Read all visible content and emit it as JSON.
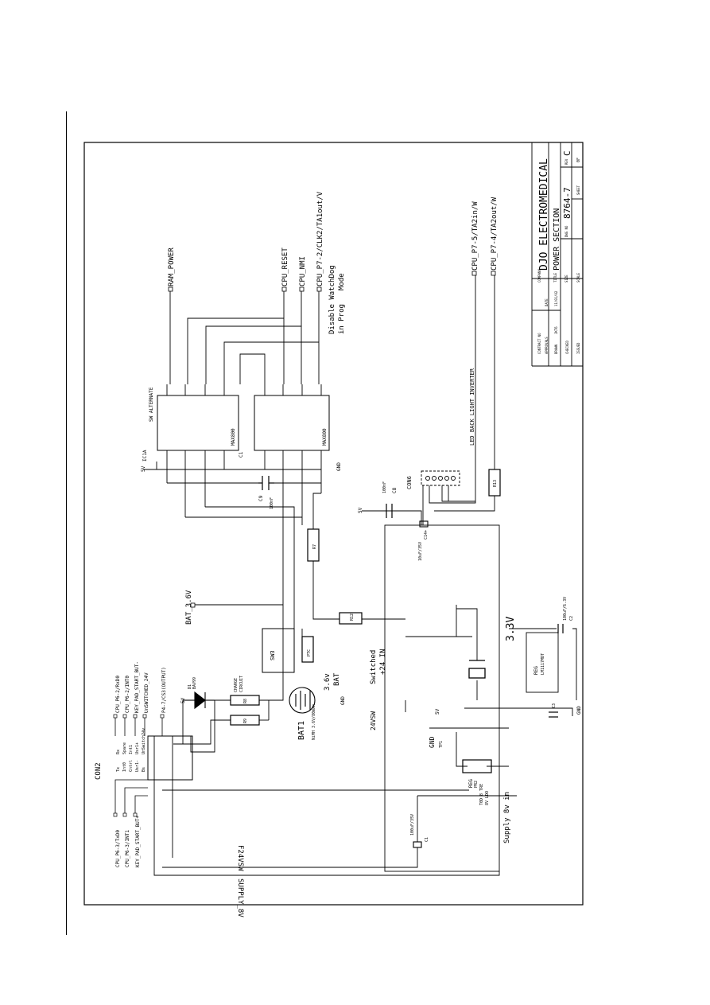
{
  "title_block": {
    "company_label": "COMPANY",
    "company": "DJO ELECTROMEDICAL",
    "title_label": "TITLE",
    "title": "POWER SECTION",
    "size_label": "SIZE",
    "dwg_no_label": "DWG NO",
    "dwg_no": "8764-7",
    "rev_label": "REV",
    "rev": "C",
    "scale_label": "SCALE",
    "sheet_label": "SHEET",
    "sheet": "0F",
    "contract_label": "CONTRACT NO",
    "approvals_label": "APPROVALS",
    "date_label": "DATE",
    "drawn_label": "DRAWN",
    "drawn_by": "JKT6",
    "drawn_date": "11/01/02",
    "checked_label": "CHECKED",
    "issued_label": "ISSUED"
  },
  "signals": {
    "ram_power": "RAM_POWER",
    "cpu_reset": "CPU_RESET",
    "cpu_nmi": "CPU_NMI",
    "cpu_p7_2": "CPU_P7-2/CLK2/TA1out/V",
    "cpu_p7_5": "CPU_P7-5/TA2in/W",
    "cpu_p7_4": "CPU_P7-4/TA2out/W",
    "disable_wd_1": "Disable WatchDog",
    "disable_wd_2": "in Prog",
    "disable_wd_3": "Mode",
    "led_inverter": "LED BACK LIGHT INVERTER",
    "bat_36v": "BAT_3.6V",
    "supply_8v": "SUPPLY_8V",
    "f24vsw": "F24VSW",
    "sw_alternate": "SW ALTERNATE",
    "switched_24": "Switched",
    "plus24_in": "+24 IN",
    "v24sw": "24VSW",
    "supply_8v_in": "Supply 8v in",
    "v33": "3.3V",
    "v5": "5V",
    "gnd": "GND"
  },
  "components": {
    "ic1a": "IC1A",
    "ic1_part": "MAX800",
    "ic1b_part": "MAX800",
    "c1_ref": "C1",
    "c9_ref": "C9",
    "c9_val": "100nF",
    "c8_ref": "C8",
    "c8_val": "100nF",
    "c14_ref": "C14+",
    "c14_val": "10uF/35V",
    "cb_ref": "C1",
    "cb_val": "100uF/35V",
    "c2_ref": "C2",
    "c2_val": "100uF/6.3V",
    "cx_ref": "C3",
    "r7": "R7",
    "r8": "R8",
    "r9": "R9",
    "r12": "R12",
    "r13": "R13",
    "ptc": "PTC",
    "sw3": "SW3",
    "d1": "D1",
    "d1_part": "BAV99",
    "charge_1": "CHARGE",
    "charge_2": "CIRCUIT",
    "bat1": "BAT1",
    "bat1_part": "NiMH 3.6V/80mAh",
    "bat_v": "3.6v",
    "bat_lbl": "BAT",
    "conn2": "CON2",
    "conn6": "CON6",
    "reg_ref": "REG",
    "reg_sub": "PR2",
    "reg_1": "T0D 8 TRE",
    "reg_2": "8V LDO",
    "reg2_ref": "REG",
    "reg2_part": "LM1117MDT",
    "tp1": "TP1"
  },
  "con2_pins": {
    "left": [
      "CPU_P6-3/TxD0",
      "CPU_P6-3/INT1",
      "KEY_PAD_START_BUT+"
    ],
    "right": [
      "CPU_P6-2/RxD0",
      "CPU_P6-2/INT0",
      "KEY_PAD_START_BUT-",
      "UnSWITCHED_24V",
      "P4-7/CS3(OUTPUT)"
    ],
    "pin_labels": [
      "Tx",
      "Rx",
      "Spare",
      "Int0",
      "Int1",
      "Cntrl",
      "Usr1+",
      "Usr1-",
      "UnSwitch24v",
      "Bs"
    ]
  }
}
